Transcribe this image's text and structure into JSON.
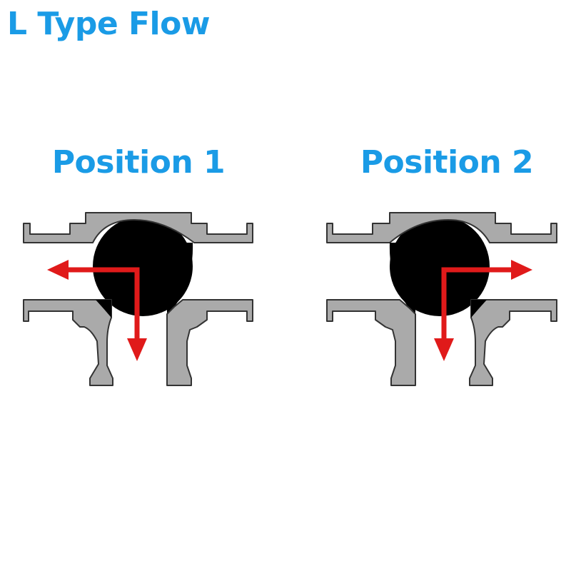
{
  "title": "L Type Flow",
  "positions": [
    {
      "label": "Position 1"
    },
    {
      "label": "Position 2"
    }
  ],
  "colors": {
    "text": "#1a9be6",
    "valve_body": "#aaaaaa",
    "valve_outline": "#333333",
    "ball": "#000000",
    "arrow": "#e01a1a"
  }
}
